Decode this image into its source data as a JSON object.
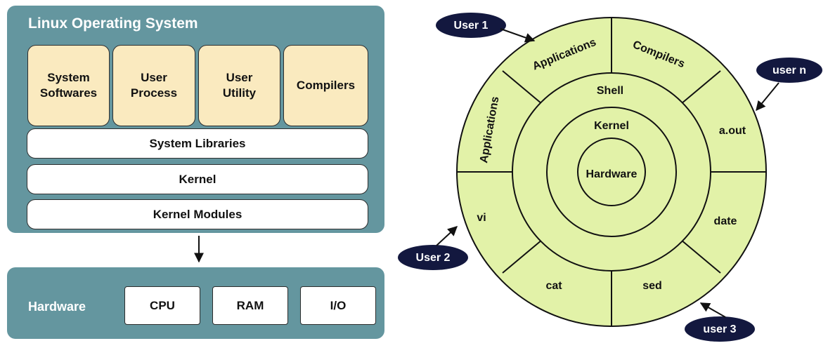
{
  "left": {
    "title": "Linux Operating System",
    "apps": [
      {
        "line1": "System",
        "line2": "Softwares"
      },
      {
        "line1": "User",
        "line2": "Process"
      },
      {
        "line1": "User",
        "line2": "Utility"
      },
      {
        "line1": "Compilers",
        "line2": ""
      }
    ],
    "layers": [
      "System Libraries",
      "Kernel",
      "Kernel Modules"
    ],
    "hardware": {
      "label": "Hardware",
      "items": [
        "CPU",
        "RAM",
        "I/O"
      ]
    }
  },
  "right": {
    "core": "Hardware",
    "kernel": "Kernel",
    "shell": "Shell",
    "segments": [
      "Applications",
      "Compilers",
      "a.out",
      "date",
      "sed",
      "cat",
      "vi",
      "Applications"
    ],
    "users": [
      "User 1",
      "user n",
      "User 2",
      "user 3"
    ]
  },
  "colors": {
    "panel": "#64969f",
    "app_fill": "#faeabf",
    "circle_fill": "#e2f2a8",
    "user_badge": "#13183f"
  }
}
